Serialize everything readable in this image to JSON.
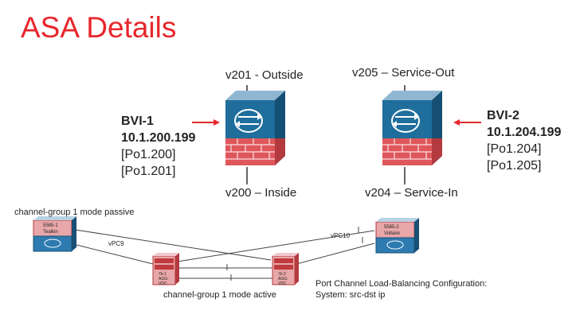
{
  "title": "ASA Details",
  "asa_left": {
    "top_vlan": "v201 - Outside",
    "bottom_vlan": "v200 – Inside",
    "bvi_name": "BVI-1",
    "bvi_ip": "10.1.200.199",
    "ports": [
      "[Po1.200]",
      "[Po1.201]"
    ]
  },
  "asa_right": {
    "top_vlan": "v205 – Service-Out",
    "bottom_vlan": "v204 – Service-In",
    "bvi_name": "BVI-2",
    "bvi_ip": "10.1.204.199",
    "ports": [
      "[Po1.204]",
      "[Po1.205]"
    ]
  },
  "topology": {
    "passive_label": "channel-group 1 mode passive",
    "active_label": "channel-group 1 mode active",
    "vpc_left": "vPC9",
    "vpc_right": "vPC10",
    "switch_left": {
      "line1": "5585-1",
      "line2": "Tealkin"
    },
    "switch_right": {
      "line1": "5585-2",
      "line2": "Voltaire"
    },
    "n7k_left": {
      "line1": "7k-1",
      "line2": "AGG-",
      "line3": "VDC"
    },
    "n7k_right": {
      "line1": "7k-2",
      "line2": "AGG-",
      "line3": "VDC"
    }
  },
  "note": {
    "line1": "Port Channel Load-Balancing Configuration:",
    "line2": "System: src-dst ip"
  },
  "colors": {
    "title": "#e8272c",
    "asa_body": "#1f6e9c",
    "asa_top": "#8fb7d2",
    "firewall_brick": "#e0575b",
    "arrow": "#e8272c",
    "line": "#444444"
  }
}
